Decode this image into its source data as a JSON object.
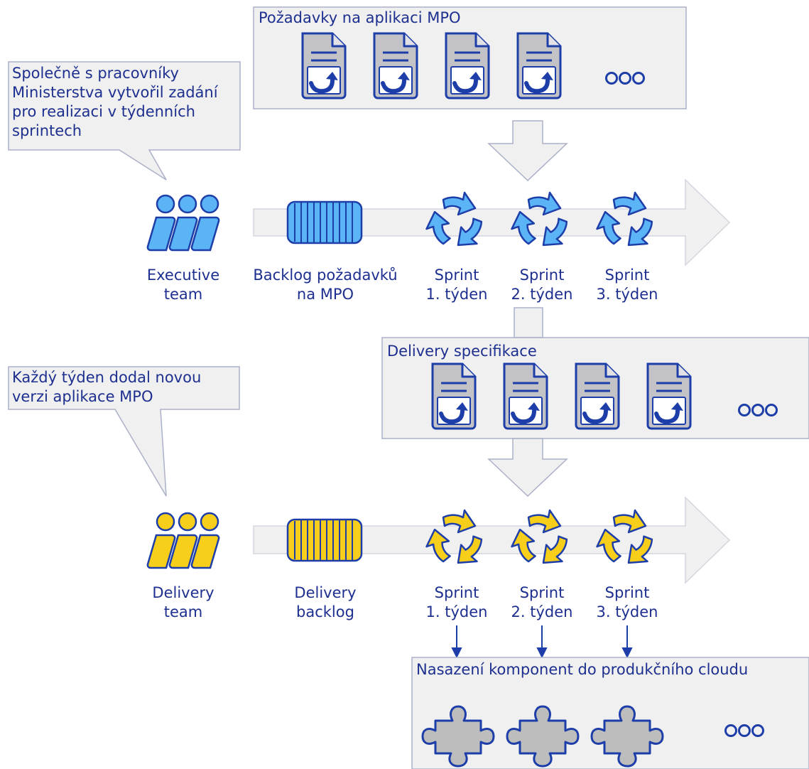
{
  "colors": {
    "navy": "#1d3ea8",
    "text": "#1d2f8f",
    "blue_fill": "#5ab4f5",
    "yellow_fill": "#f7cf1a",
    "panel_fill": "#f0f0f0",
    "panel_stroke": "#aab0c8",
    "doc_fill": "#c3c3c7",
    "puzzle_fill": "#bdbdbd"
  },
  "requirements_panel": {
    "title": "Požadavky na aplikaci MPO",
    "items": [
      {
        "icon": "document-update-icon"
      },
      {
        "icon": "document-update-icon"
      },
      {
        "icon": "document-update-icon"
      },
      {
        "icon": "document-update-icon"
      },
      {
        "icon": "more-dots-icon"
      }
    ]
  },
  "callout_top": {
    "lines": [
      "Společně s pracovníky",
      "Ministerstva vytvořil zadání",
      "pro realizaci v týdenních",
      "sprintech"
    ]
  },
  "executive_row": {
    "team": {
      "icon": "team-icon",
      "lines": [
        "Executive",
        "team"
      ]
    },
    "backlog": {
      "icon": "backlog-stack-icon",
      "lines": [
        "Backlog požadavků",
        "na MPO"
      ]
    },
    "sprints": [
      {
        "icon": "sprint-cycle-icon",
        "lines": [
          "Sprint",
          "1. týden"
        ]
      },
      {
        "icon": "sprint-cycle-icon",
        "lines": [
          "Sprint",
          "2. týden"
        ]
      },
      {
        "icon": "sprint-cycle-icon",
        "lines": [
          "Sprint",
          "3. týden"
        ]
      }
    ]
  },
  "delivery_panel": {
    "title": "Delivery specifikace",
    "items": [
      {
        "icon": "document-update-icon"
      },
      {
        "icon": "document-update-icon"
      },
      {
        "icon": "document-update-icon"
      },
      {
        "icon": "document-update-icon"
      },
      {
        "icon": "more-dots-icon"
      }
    ]
  },
  "callout_bottom": {
    "lines": [
      "Každý týden dodal novou",
      "verzi aplikace MPO"
    ]
  },
  "delivery_row": {
    "team": {
      "icon": "team-icon",
      "lines": [
        "Delivery",
        "team"
      ]
    },
    "backlog": {
      "icon": "backlog-stack-icon",
      "lines": [
        "Delivery",
        "backlog"
      ]
    },
    "sprints": [
      {
        "icon": "sprint-cycle-icon",
        "lines": [
          "Sprint",
          "1. týden"
        ]
      },
      {
        "icon": "sprint-cycle-icon",
        "lines": [
          "Sprint",
          "2. týden"
        ]
      },
      {
        "icon": "sprint-cycle-icon",
        "lines": [
          "Sprint",
          "3. týden"
        ]
      }
    ]
  },
  "deployment_panel": {
    "title": "Nasazení komponent do produkčního cloudu",
    "items": [
      {
        "icon": "puzzle-piece-icon"
      },
      {
        "icon": "puzzle-piece-icon"
      },
      {
        "icon": "puzzle-piece-icon"
      },
      {
        "icon": "more-dots-icon"
      }
    ]
  }
}
